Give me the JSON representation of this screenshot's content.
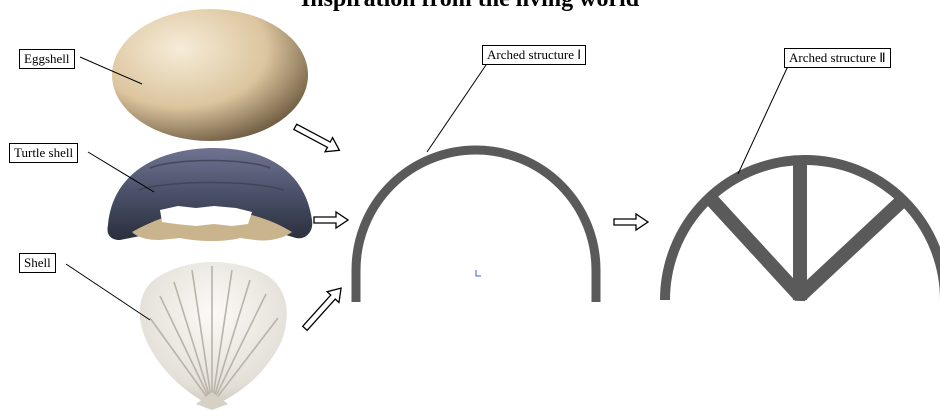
{
  "title": "Inspiration from the living world",
  "labels": {
    "eggshell": "Eggshell",
    "turtle_shell": "Turtle shell",
    "shell": "Shell",
    "arch_1": "Arched structure Ⅰ",
    "arch_2": "Arched structure Ⅱ"
  },
  "colors": {
    "arch_stroke": "#5a5a5a",
    "egg_light": "#f2e6cf",
    "egg_mid": "#d9c29a",
    "egg_dark": "#6e5a3c",
    "turtle_dark": "#3b4458",
    "turtle_light": "#8f86a0",
    "turtle_rim": "#c9b48e",
    "shell_light": "#f1efea",
    "shell_rib": "#b9b4aa"
  },
  "icons": {
    "arrow_1": "hollow-arrow-icon",
    "arrow_2": "hollow-arrow-icon",
    "arrow_3": "hollow-arrow-icon",
    "arrow_4": "hollow-arrow-icon"
  }
}
